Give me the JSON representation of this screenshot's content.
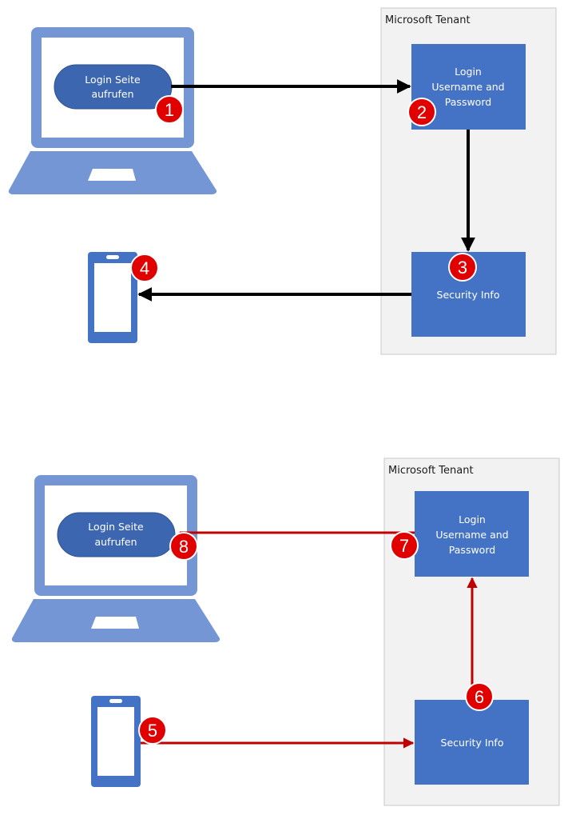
{
  "colors": {
    "device_light": "#7496d5",
    "device_dark": "#4472c4",
    "box": "#4472c4",
    "pill": "#3d66b0",
    "tenant_bg": "#f2f2f2",
    "tenant_border": "#c8c8c8",
    "arrow_black": "#000000",
    "arrow_red": "#c00000",
    "badge": "#e00000"
  },
  "top": {
    "tenant_label": "Microsoft Tenant",
    "login_box": [
      "Login",
      "Username and",
      "Password"
    ],
    "security_box": "Security Info",
    "pill": [
      "Login Seite",
      "aufrufen"
    ],
    "badges": [
      "1",
      "2",
      "3",
      "4"
    ]
  },
  "bottom": {
    "tenant_label": "Microsoft Tenant",
    "login_box": [
      "Login",
      "Username and",
      "Password"
    ],
    "security_box": "Security Info",
    "pill": [
      "Login Seite",
      "aufrufen"
    ],
    "badges": [
      "5",
      "6",
      "7",
      "8"
    ]
  }
}
